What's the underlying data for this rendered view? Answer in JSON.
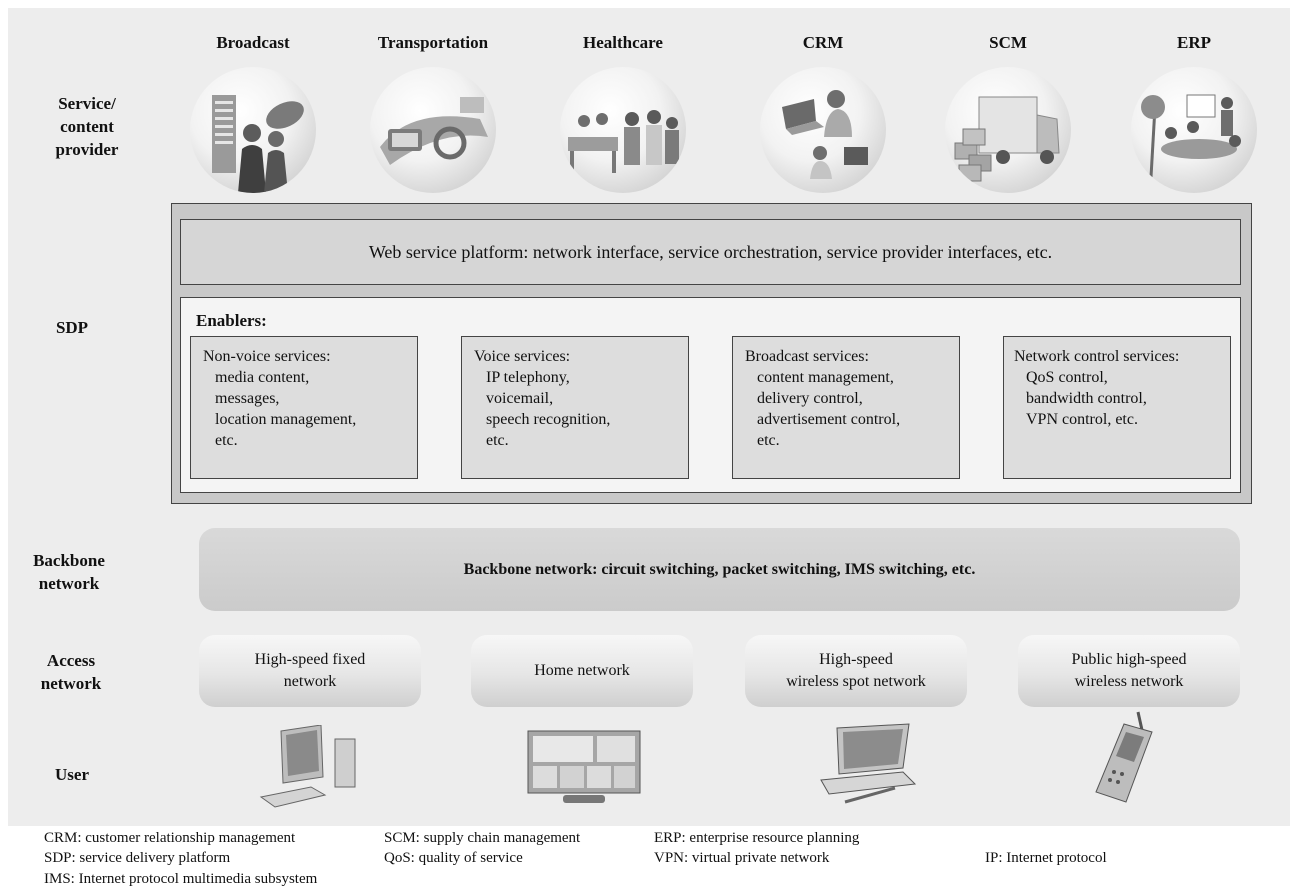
{
  "row_labels": {
    "service": "Service/\ncontent\nprovider",
    "sdp": "SDP",
    "backbone": "Backbone\nnetwork",
    "access": "Access\nnetwork",
    "user": "User"
  },
  "providers": [
    {
      "title": "Broadcast",
      "icon": "broadcast-scene-icon"
    },
    {
      "title": "Transportation",
      "icon": "car-navigation-icon"
    },
    {
      "title": "Healthcare",
      "icon": "hospital-scene-icon"
    },
    {
      "title": "CRM",
      "icon": "call-center-icon"
    },
    {
      "title": "SCM",
      "icon": "delivery-truck-icon"
    },
    {
      "title": "ERP",
      "icon": "office-meeting-icon"
    }
  ],
  "sdp": {
    "web_platform": "Web service platform: network interface, service orchestration, service provider interfaces, etc.",
    "enablers_title": "Enablers:",
    "enablers": [
      {
        "title": "Non-voice services:",
        "items": [
          "media content,",
          "messages,",
          "location management,",
          "etc."
        ]
      },
      {
        "title": "Voice services:",
        "items": [
          "IP telephony,",
          "voicemail,",
          "speech recognition,",
          "etc."
        ]
      },
      {
        "title": "Broadcast services:",
        "items": [
          "content management,",
          "delivery control,",
          "advertisement control,",
          "etc."
        ]
      },
      {
        "title": "Network control services:",
        "items": [
          "QoS control,",
          "bandwidth control,",
          "VPN control, etc."
        ]
      }
    ]
  },
  "backbone": "Backbone network: circuit switching, packet switching, IMS switching, etc.",
  "access_networks": [
    "High-speed fixed\nnetwork",
    "Home network",
    "High-speed\nwireless spot network",
    "Public high-speed\nwireless network"
  ],
  "users": [
    {
      "icon": "desktop-pc-icon"
    },
    {
      "icon": "flat-tv-icon"
    },
    {
      "icon": "laptop-icon"
    },
    {
      "icon": "mobile-phone-icon"
    }
  ],
  "glossary": {
    "crm": "CRM: customer relationship management",
    "sdp": "SDP: service delivery platform",
    "ims": "IMS: Internet protocol multimedia subsystem",
    "scm": "SCM: supply chain management",
    "qos": "QoS: quality of service",
    "erp": "ERP: enterprise resource planning",
    "vpn": "VPN: virtual private network",
    "ip": "IP: Internet protocol"
  }
}
